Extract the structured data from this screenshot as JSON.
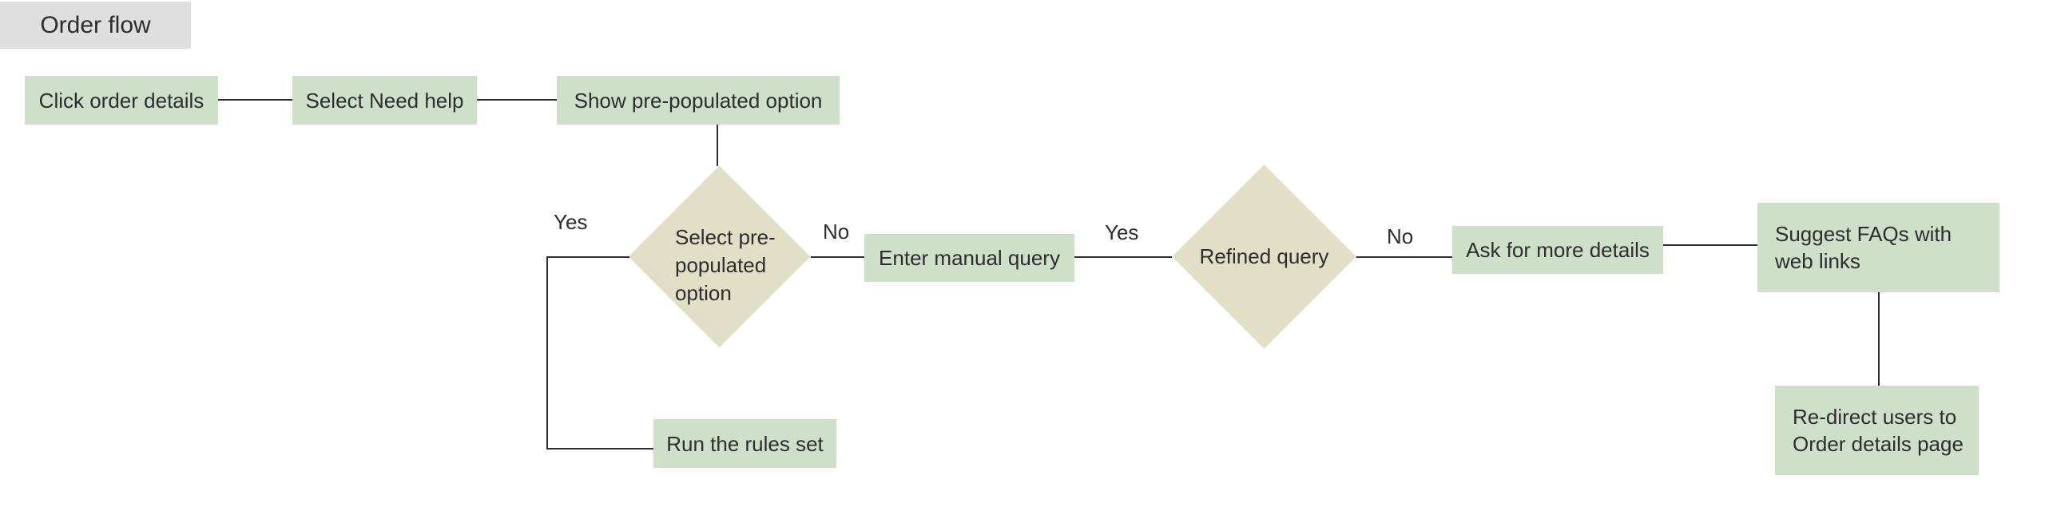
{
  "title": {
    "label": "Order flow"
  },
  "colors": {
    "process_fill": "#cfe0ca",
    "decision_fill": "#e2dfc7",
    "title_fill": "#dfdfdf",
    "line_color": "#2f2f2f",
    "text_color": "#2d2d2d",
    "canvas_bg": "#ffffff"
  },
  "nodes": {
    "click_order_details": {
      "label": "Click order details",
      "type": "process"
    },
    "select_need_help": {
      "label": "Select Need help",
      "type": "process"
    },
    "show_prepopulated_option": {
      "label": "Show pre-populated option",
      "type": "process"
    },
    "select_prepopulated_option": {
      "label": "Select pre-populated option",
      "type": "decision"
    },
    "enter_manual_query": {
      "label": "Enter manual query",
      "type": "process"
    },
    "refined_query": {
      "label": "Refined query",
      "type": "decision"
    },
    "ask_for_more_details": {
      "label": "Ask for more details",
      "type": "process"
    },
    "suggest_faqs": {
      "label": "Suggest FAQs with web links",
      "type": "process"
    },
    "redirect_users": {
      "label": "Re-direct users to Order details page",
      "type": "process"
    },
    "run_rules_set": {
      "label": "Run the rules set",
      "type": "process"
    }
  },
  "edge_labels": {
    "select_prepopulated_yes": "Yes",
    "select_prepopulated_no": "No",
    "refined_query_yes": "Yes",
    "refined_query_no": "No"
  }
}
